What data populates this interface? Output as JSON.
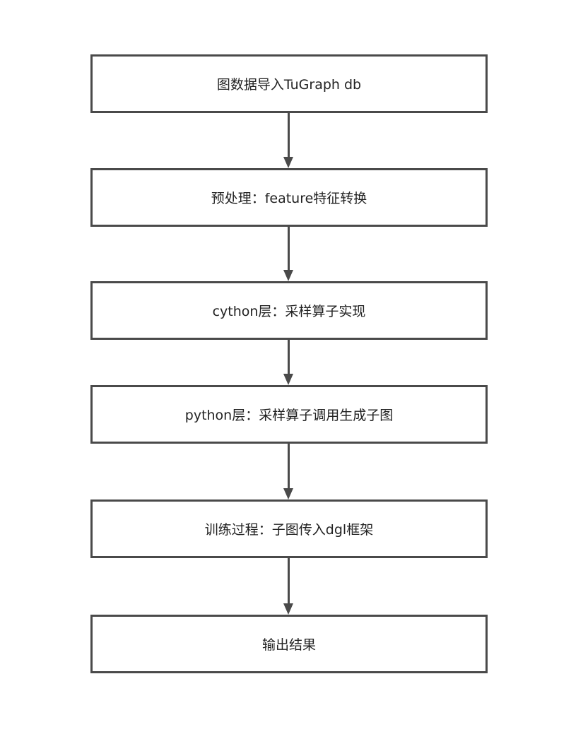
{
  "flowchart": {
    "steps": [
      {
        "label": "图数据导入TuGraph db"
      },
      {
        "label": "预处理：feature特征转换"
      },
      {
        "label": "cython层：采样算子实现"
      },
      {
        "label": "python层：采样算子调用生成子图"
      },
      {
        "label": "训练过程：子图传入dgl框架"
      },
      {
        "label": "输出结果"
      }
    ],
    "colors": {
      "stroke": "#4a4a4a",
      "text": "#222222",
      "background": "#ffffff"
    }
  }
}
